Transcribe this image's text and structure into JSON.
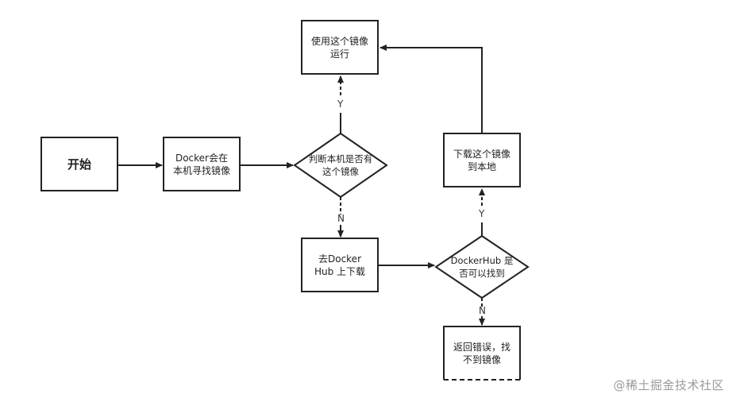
{
  "nodes": {
    "start": "开始",
    "docker_local": "Docker会在\n本机寻找镜像",
    "decide_local": "判断本机是否有\n这个镜像",
    "run_image": "使用这个镜像\n运行",
    "go_hub": "去Docker\nHub 上下载",
    "decide_hub": "DockerHub 是\n否可以找到",
    "download": "下载这个镜像\n到本地",
    "error": "返回错误，找\n不到镜像"
  },
  "edges": {
    "local_yes": "Y",
    "local_no": "N",
    "hub_yes": "Y",
    "hub_no": "N"
  },
  "watermark": "@稀土掘金技术社区",
  "colors": {
    "stroke": "#222222",
    "fill": "#ffffff"
  }
}
